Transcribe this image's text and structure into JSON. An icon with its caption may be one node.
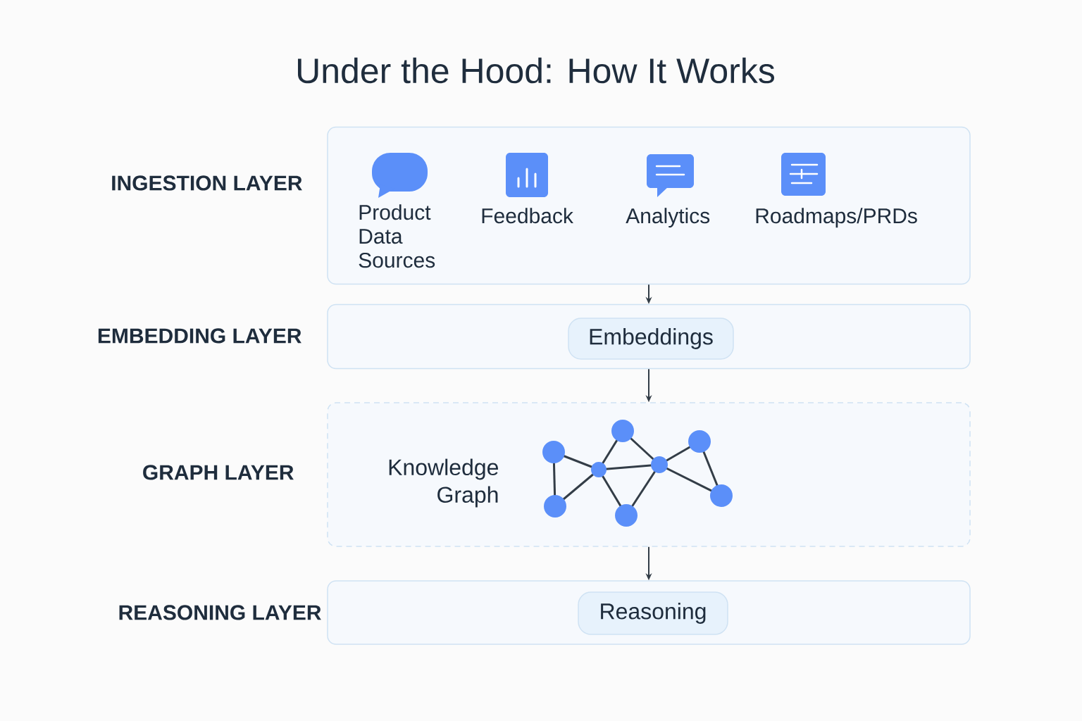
{
  "diagram": {
    "title": "Under the Hood: How It Works",
    "nodes": [
      {
        "text": [
          "INGESTION LAYER"
        ]
      },
      {
        "text": [
          "EMBEDDING LAYER"
        ]
      },
      {
        "text": [
          "Embeddings"
        ],
        "in": 1
      },
      {
        "text": [
          "GRAPH LAYER",
          "Knowledge Graph"
        ]
      },
      {
        "text": [
          "REASONING LAYER"
        ]
      },
      {
        "text": [
          "Reasoning"
        ],
        "in": 4
      }
    ],
    "edges": [
      {
        "from": 0,
        "to": 1,
        "arrow": "to"
      },
      {
        "from": 1,
        "to": 3,
        "arrow": "to"
      },
      {
        "from": 3,
        "to": 4,
        "arrow": "to"
      }
    ],
    "labels": [
      "Product Data Sources",
      "Feedback",
      "Analytics",
      "Roadmaps/PRDs"
    ]
  }
}
